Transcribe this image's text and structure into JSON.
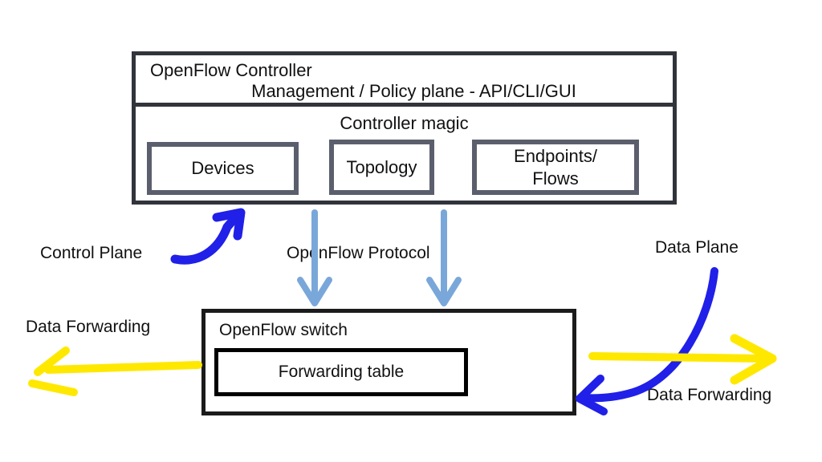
{
  "diagram": {
    "title": "OpenFlow / SDN architecture diagram",
    "colors": {
      "control_plane_arrow": "#2020e8",
      "data_plane_arrow": "#2020e8",
      "openflow_protocol_arrow": "#7aa7d9",
      "data_forwarding_arrow": "#ffe800",
      "outer_box_border": "#32343c",
      "module_box_border": "#5b5f6d",
      "switch_box_border": "#1b1b1b",
      "forwarding_table_border": "#000000",
      "text": "#111111",
      "background": "#ffffff"
    }
  },
  "controller": {
    "title": "OpenFlow Controller",
    "management_plane_label": "Management / Policy plane - API/CLI/GUI",
    "magic_label": "Controller magic",
    "modules": [
      {
        "name": "devices",
        "label": "Devices"
      },
      {
        "name": "topology",
        "label": "Topology"
      },
      {
        "name": "endpoints",
        "label": "Endpoints/\nFlows",
        "line1": "Endpoints/",
        "line2": "Flows"
      }
    ]
  },
  "switch": {
    "title": "OpenFlow switch",
    "forwarding_table_label": "Forwarding table"
  },
  "annotations": {
    "control_plane": "Control Plane",
    "openflow_protocol": "OpenFlow Protocol",
    "data_plane": "Data Plane",
    "data_forwarding_left": "Data Forwarding",
    "data_forwarding_right": "Data Forwarding"
  },
  "arrows": [
    {
      "name": "control-plane-arrow",
      "color": "#2020e8",
      "style": "curved-up-right",
      "from": "Control Plane label",
      "to": "OpenFlow Controller box"
    },
    {
      "name": "openflow-protocol-arrow-left",
      "color": "#7aa7d9",
      "style": "straight-down",
      "from": "OpenFlow Controller box",
      "to": "OpenFlow switch box"
    },
    {
      "name": "openflow-protocol-arrow-right",
      "color": "#7aa7d9",
      "style": "straight-down",
      "from": "OpenFlow Controller box",
      "to": "OpenFlow switch box"
    },
    {
      "name": "data-plane-arrow",
      "color": "#2020e8",
      "style": "curved-down-left",
      "from": "Data Plane label",
      "to": "OpenFlow switch box"
    },
    {
      "name": "data-forwarding-arrow-left",
      "color": "#ffe800",
      "style": "straight-left",
      "from": "OpenFlow switch box",
      "to": "left edge"
    },
    {
      "name": "data-forwarding-arrow-right",
      "color": "#ffe800",
      "style": "straight-right",
      "from": "OpenFlow switch box",
      "to": "right edge"
    }
  ]
}
